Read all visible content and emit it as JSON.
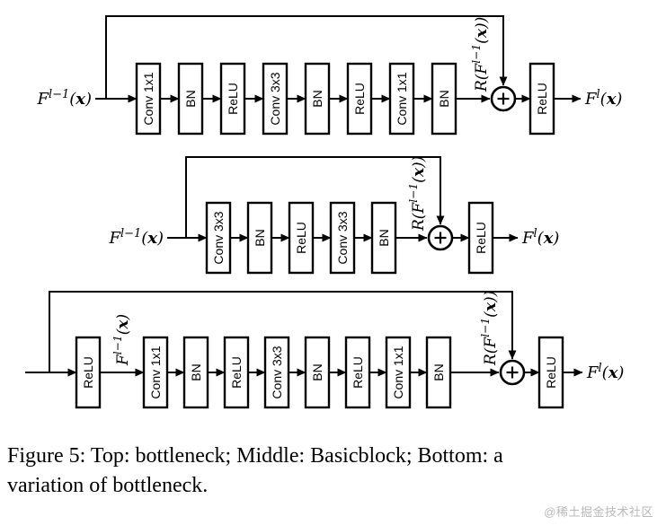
{
  "caption": {
    "line1": "Figure 5: Top: bottleneck; Middle: Basicblock; Bottom: a",
    "line2": "variation of bottleneck."
  },
  "watermark": "@稀土掘金技术社区",
  "diagrams": [
    {
      "name": "bottleneck",
      "position": "top",
      "input_label": {
        "pre": "F",
        "sup": "l−1",
        "post": "(x)"
      },
      "chain": [
        {
          "box": "Conv 1x1"
        },
        {
          "box": "BN"
        },
        {
          "box": "ReLU"
        },
        {
          "box": "Conv 3x3"
        },
        {
          "box": "BN"
        },
        {
          "box": "ReLU"
        },
        {
          "box": "Conv 1x1"
        },
        {
          "box": "BN"
        }
      ],
      "residual_label": {
        "pre": "R(F",
        "sup": "l−1",
        "post": "(x))"
      },
      "add_operator": "+",
      "final_box": "ReLU",
      "output_label": {
        "pre": "F",
        "sup": "l",
        "post": "(x)"
      }
    },
    {
      "name": "Basicblock",
      "position": "middle",
      "input_label": {
        "pre": "F",
        "sup": "l−1",
        "post": "(x)"
      },
      "chain": [
        {
          "box": "Conv 3x3"
        },
        {
          "box": "BN"
        },
        {
          "box": "ReLU"
        },
        {
          "box": "Conv 3x3"
        },
        {
          "box": "BN"
        }
      ],
      "residual_label": {
        "pre": "R(F",
        "sup": "l−1",
        "post": "(x))"
      },
      "add_operator": "+",
      "final_box": "ReLU",
      "output_label": {
        "pre": "F",
        "sup": "l",
        "post": "(x)"
      }
    },
    {
      "name": "variation of bottleneck",
      "position": "bottom",
      "input_label": null,
      "chain": [
        {
          "box": "ReLU"
        },
        {
          "label": {
            "pre": "F",
            "sup": "l−1",
            "post": "(x)"
          }
        },
        {
          "box": "Conv 1x1"
        },
        {
          "box": "BN"
        },
        {
          "box": "ReLU"
        },
        {
          "box": "Conv 3x3"
        },
        {
          "box": "BN"
        },
        {
          "box": "ReLU"
        },
        {
          "box": "Conv 1x1"
        },
        {
          "box": "BN"
        }
      ],
      "residual_label": {
        "pre": "R(F",
        "sup": "l−1",
        "post": "(x))"
      },
      "add_operator": "+",
      "final_box": "ReLU",
      "output_label": {
        "pre": "F",
        "sup": "l",
        "post": "(x)"
      }
    }
  ]
}
